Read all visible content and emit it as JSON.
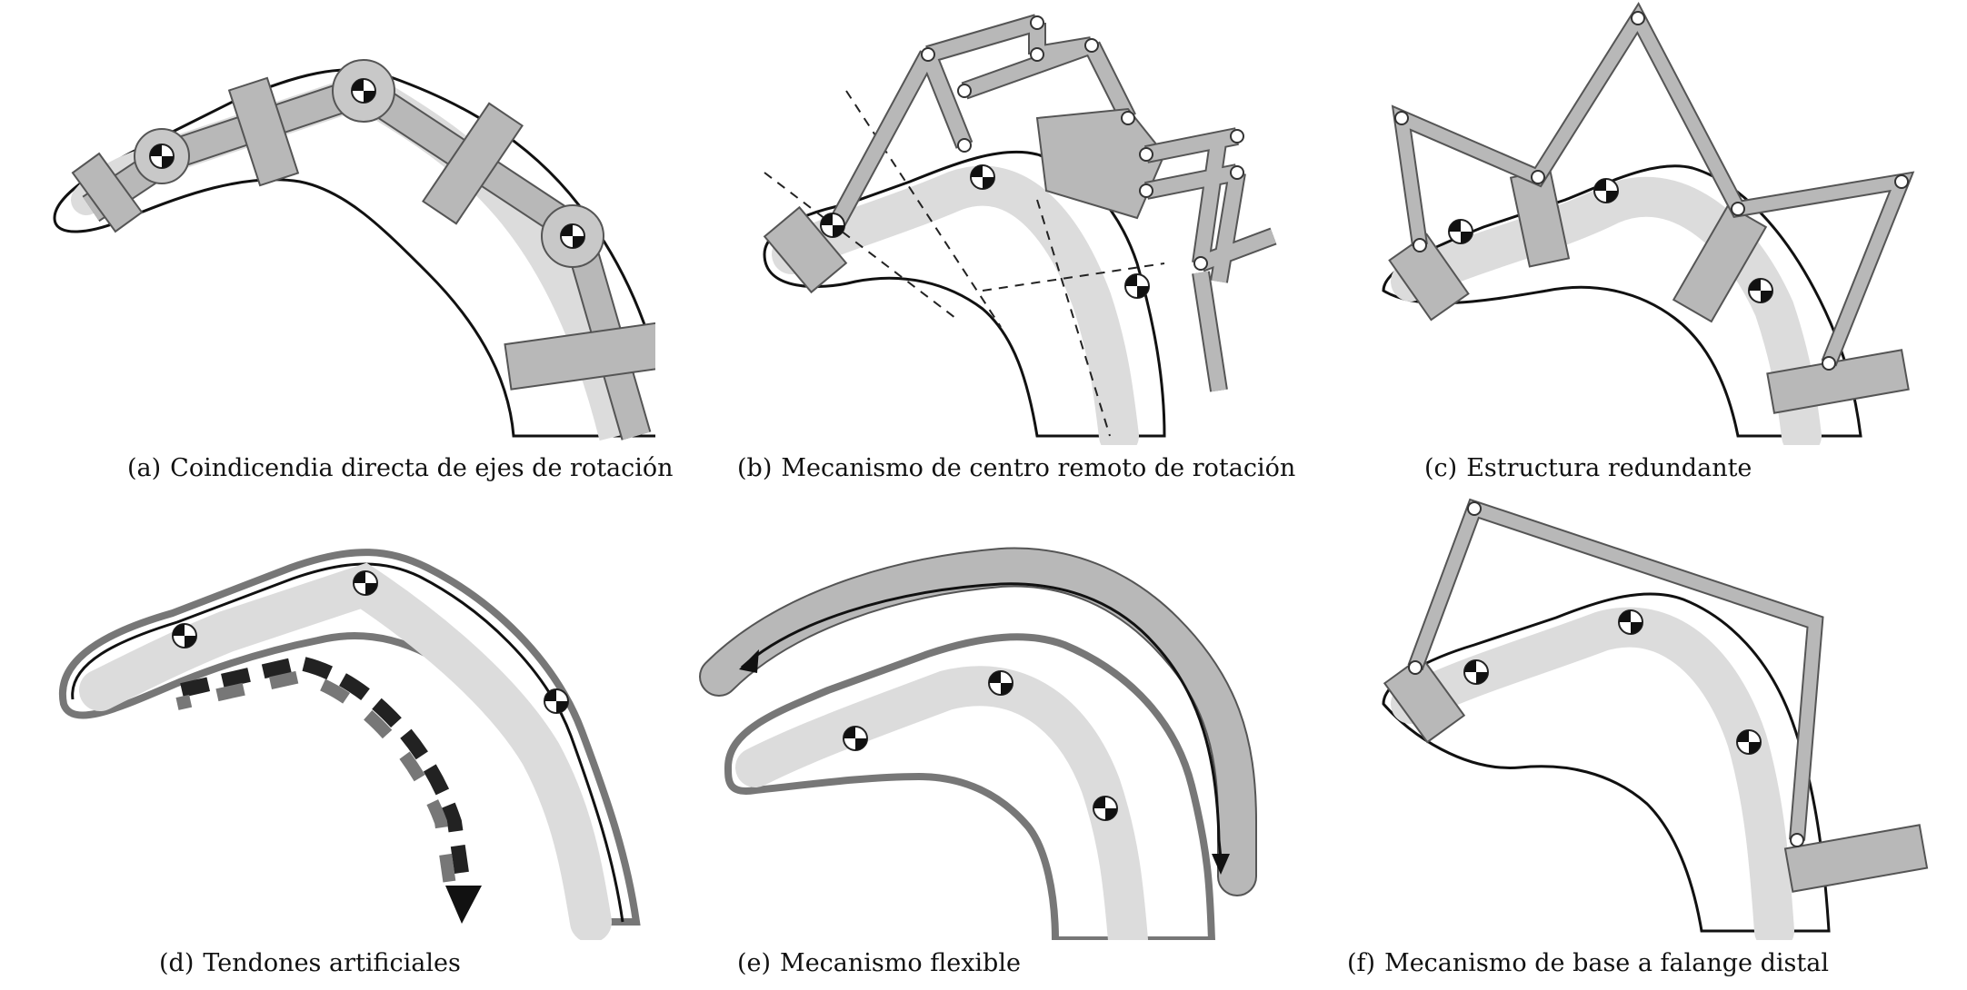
{
  "figure": {
    "panels": [
      {
        "tag": "(a)",
        "caption": "Coindicendia directa de ejes de rotación"
      },
      {
        "tag": "(b)",
        "caption": "Mecanismo de centro remoto de rotación"
      },
      {
        "tag": "(c)",
        "caption": "Estructura redundante"
      },
      {
        "tag": "(d)",
        "caption": "Tendones artificiales"
      },
      {
        "tag": "(e)",
        "caption": "Mecanismo flexible"
      },
      {
        "tag": "(f)",
        "caption": "Mecanismo de base a falange distal"
      }
    ]
  },
  "colors": {
    "finger_outline": "#111111",
    "bone": "#dcdcdc",
    "link": "#b8b8b8",
    "link_stroke": "#555555",
    "tendon": "#222222",
    "sheath": "#777777"
  }
}
